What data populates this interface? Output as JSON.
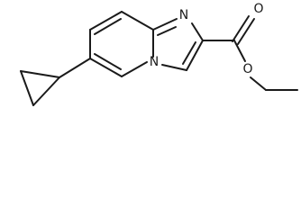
{
  "molecule": {
    "atoms": [
      {
        "id": "N1",
        "label": "N"
      },
      {
        "id": "N4",
        "label": "N"
      },
      {
        "id": "O_carbonyl",
        "label": "O"
      },
      {
        "id": "O_ester",
        "label": "O"
      }
    ]
  }
}
